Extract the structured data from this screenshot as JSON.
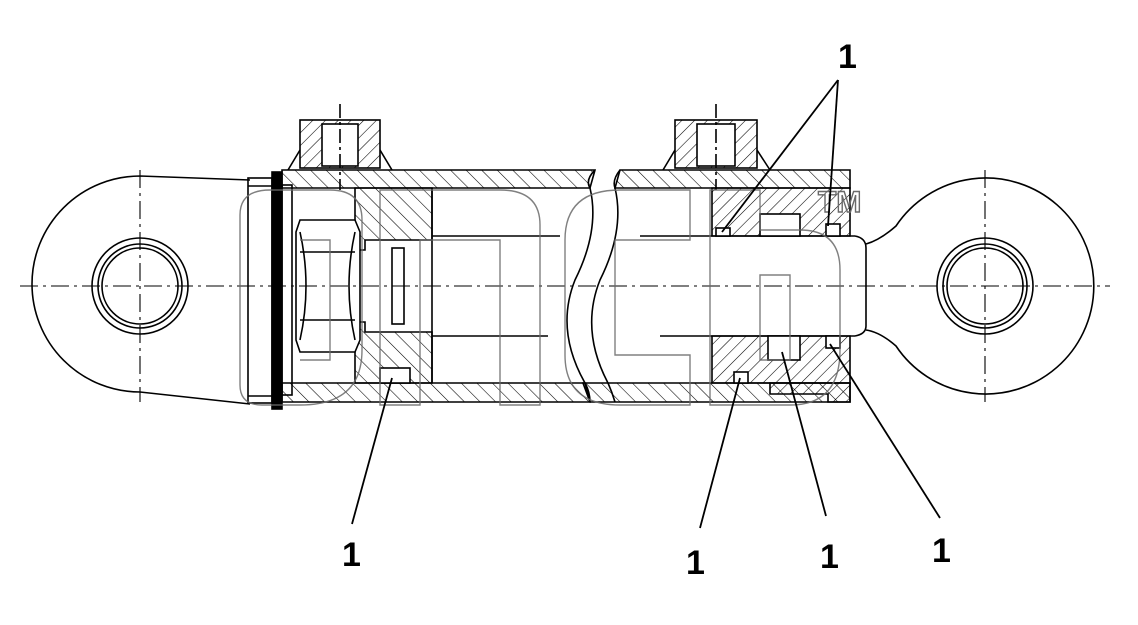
{
  "diagram": {
    "type": "hydraulic cylinder sectional drawing",
    "callouts": {
      "top": "1",
      "bottom_left": "1",
      "bottom_center_left": "1",
      "bottom_center": "1",
      "bottom_right": "1"
    },
    "watermark": {
      "text": "эпсв",
      "mark": "TM"
    },
    "colors": {
      "line": "#000000",
      "hatch": "#000000",
      "watermark": "#6a6a6a",
      "background": "#ffffff"
    }
  }
}
